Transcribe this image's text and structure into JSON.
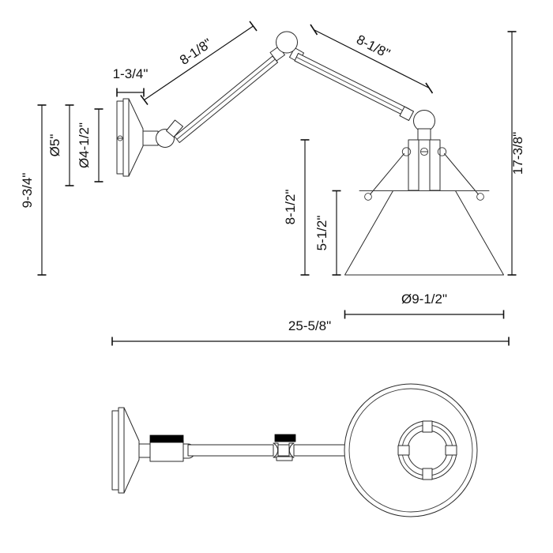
{
  "drawing": {
    "title": "Swing Arm Wall Sconce Dimension Drawing",
    "units": "inches",
    "line_color": "#2b2b2b",
    "dim_color": "#111111",
    "background": "#ffffff",
    "views": [
      {
        "name": "side-elevation",
        "label": ""
      },
      {
        "name": "top-plan",
        "label": ""
      }
    ],
    "dimensions": {
      "backplate_depth": "1-3/4\"",
      "upper_arm_length": "8-1/8\"",
      "lower_arm_length": "8-1/8\"",
      "backplate_outer_diameter": "Ø5\"",
      "backplate_inner_diameter": "Ø4-1/2\"",
      "overall_height": "9-3/4\"",
      "shade_assembly_height": "8-1/2\"",
      "shade_height": "5-1/2\"",
      "shade_diameter": "Ø9-1/2\"",
      "max_extension": "25-5/8\"",
      "overall_drop": "17-3/8\""
    },
    "labels": [
      {
        "id": "backplate-depth",
        "text": "1-3/4\""
      },
      {
        "id": "arm-upper",
        "text": "8-1/8\""
      },
      {
        "id": "arm-lower",
        "text": "8-1/8\""
      },
      {
        "id": "backplate-od",
        "text": "Ø5\""
      },
      {
        "id": "backplate-id",
        "text": "Ø4-1/2\""
      },
      {
        "id": "overall-height",
        "text": "9-3/4\""
      },
      {
        "id": "shade-assembly-height",
        "text": "8-1/2\""
      },
      {
        "id": "shade-height",
        "text": "5-1/2\""
      },
      {
        "id": "shade-diameter",
        "text": "Ø9-1/2\""
      },
      {
        "id": "max-extension",
        "text": "25-5/8\""
      },
      {
        "id": "overall-drop",
        "text": "17-3/8\""
      }
    ]
  }
}
